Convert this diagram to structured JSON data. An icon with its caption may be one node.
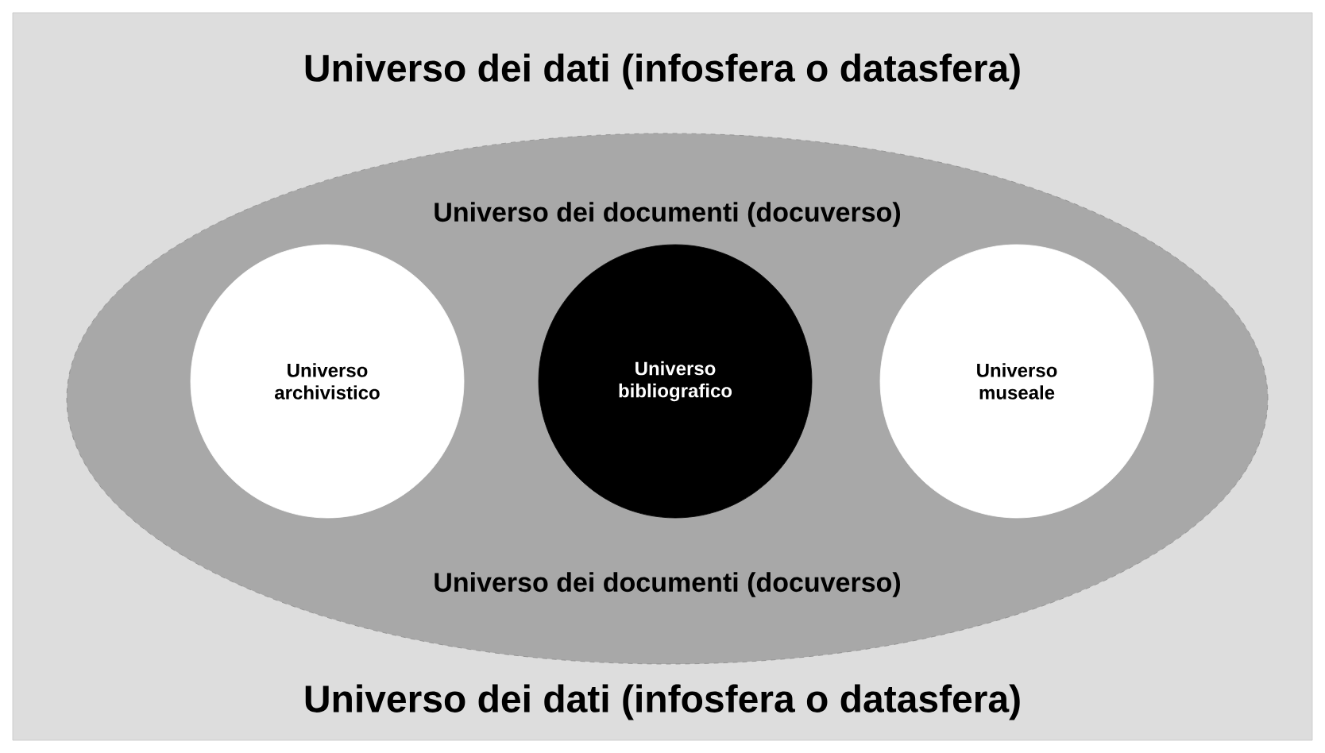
{
  "diagram": {
    "nodes": [
      {
        "text": [
          "Universo dei dati (infosfera o datasfera)",
          "Universo dei dati (infosfera o datasfera)"
        ]
      },
      {
        "text": [
          "Universo dei documenti (docuverso)",
          "Universo dei documenti (docuverso)"
        ],
        "in": 0
      },
      {
        "text": [
          "Universo archivistico"
        ],
        "in": 1
      },
      {
        "text": [
          "Universo bibliografico"
        ],
        "in": 1
      },
      {
        "text": [
          "Universo museale"
        ],
        "in": 1
      }
    ]
  }
}
